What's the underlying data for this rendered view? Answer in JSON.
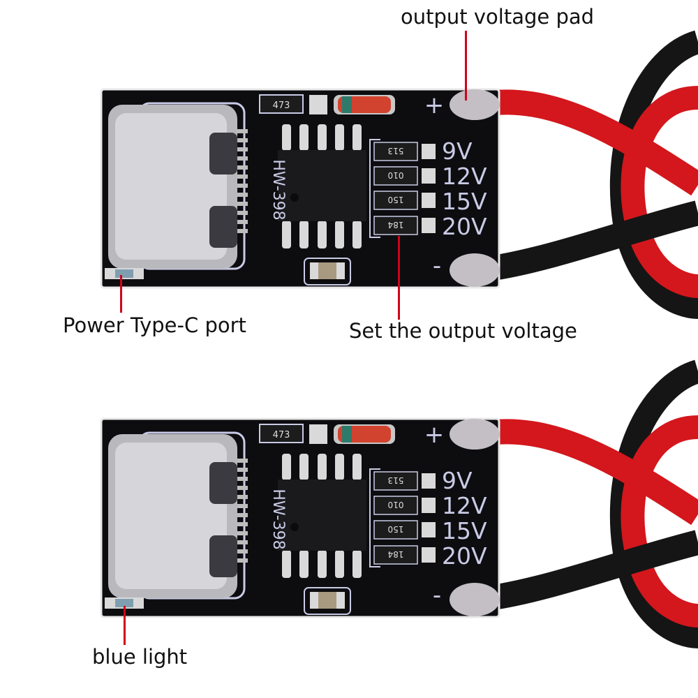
{
  "annotations": {
    "output_pad": "output voltage pad",
    "type_c_port": "Power Type-C port",
    "set_voltage": "Set the output voltage",
    "blue_light": "blue light"
  },
  "board": {
    "model": "HW-398",
    "resistor_top": "473",
    "voltage_options": [
      "9V",
      "12V",
      "15V",
      "20V"
    ],
    "resistor_codes": [
      "513",
      "010",
      "150",
      "184"
    ],
    "plus": "+",
    "minus": "-"
  },
  "colors": {
    "leader_line": "#d0021b",
    "pcb": "#0d0d10",
    "silkscreen": "#c9cbe6",
    "red_wire": "#d3171c",
    "black_wire": "#151515"
  }
}
